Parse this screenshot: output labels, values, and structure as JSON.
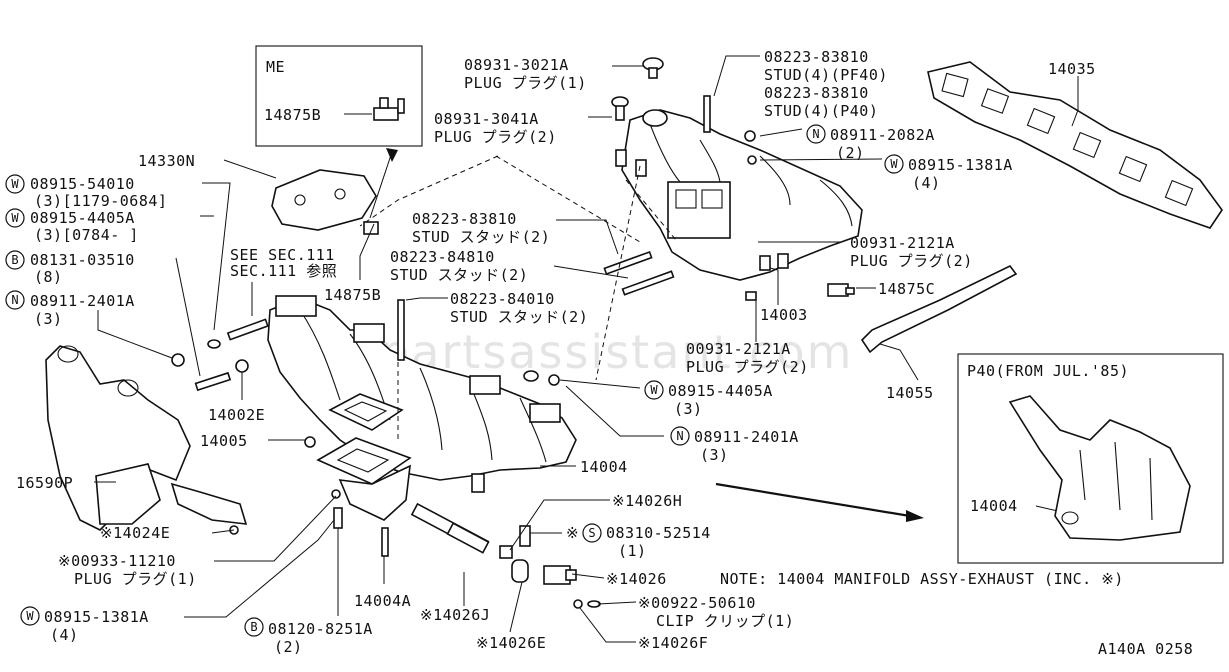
{
  "watermark": "partsassistant.com",
  "figure_code": "A140A 0258",
  "note": "NOTE: 14004 MANIFOLD ASSY-EXHAUST (INC. ※)",
  "inset_me": {
    "title": "ME",
    "part": "14875B"
  },
  "inset_p40": {
    "title": "P40(FROM JUL.'85)",
    "part": "14004"
  },
  "see_sec": [
    "SEE SEC.111",
    "SEC.111 参照"
  ],
  "labels": {
    "l1a": "08931-3021A",
    "l1b": "PLUG プラグ(1)",
    "l2a": "08931-3041A",
    "l2b": "PLUG プラグ(2)",
    "l3a": "08223-83810",
    "l3b": "STUD(4)(PF40)",
    "l3c": "08223-83810",
    "l3d": "STUD(4)(P40)",
    "l4": "14035",
    "l5a": "08911-2082A",
    "l5b": "(2)",
    "l5s": "N",
    "l6a": "08915-1381A",
    "l6b": "(4)",
    "l6s": "W",
    "l7": "14330N",
    "l8a": "08915-54010",
    "l8b": "(3)[1179-0684]",
    "l8s": "W",
    "l9a": "08915-4405A",
    "l9b": "(3)[0784-     ]",
    "l9s": "W",
    "l10a": "08131-03510",
    "l10b": "(8)",
    "l10s": "B",
    "l11a": "08911-2401A",
    "l11b": "(3)",
    "l11s": "N",
    "l12a": "08223-83810",
    "l12b": "STUD スタッド(2)",
    "l13a": "08223-84810",
    "l13b": "STUD スタッド(2)",
    "l14a": "00931-2121A",
    "l14b": "PLUG プラグ(2)",
    "l15": "14875B",
    "l16a": "08223-84010",
    "l16b": "STUD スタッド(2)",
    "l17": "14875C",
    "l18": "14003",
    "l19a": "00931-2121A",
    "l19b": "PLUG プラグ(2)",
    "l20": "14055",
    "l21a": "08915-4405A",
    "l21b": "(3)",
    "l21s": "W",
    "l22": "14002E",
    "l23": "14005",
    "l24a": "08911-2401A",
    "l24b": "(3)",
    "l24s": "N",
    "l25": "14004",
    "l26": "16590P",
    "l27": "※14026H",
    "l28": "※14024E",
    "l29a": "※",
    "l29b": "08310-52514",
    "l29c": "(1)",
    "l29s": "S",
    "l30a": "※00933-11210",
    "l30b": "PLUG プラグ(1)",
    "l31": "※14026",
    "l32": "14004A",
    "l33a": "※00922-50610",
    "l33b": "CLIP クリップ(1)",
    "l34a": "08915-1381A",
    "l34b": "(4)",
    "l34s": "W",
    "l35": "※14026J",
    "l36a": "08120-8251A",
    "l36b": "(2)",
    "l36s": "B",
    "l37": "※14026E",
    "l38": "※14026F"
  }
}
